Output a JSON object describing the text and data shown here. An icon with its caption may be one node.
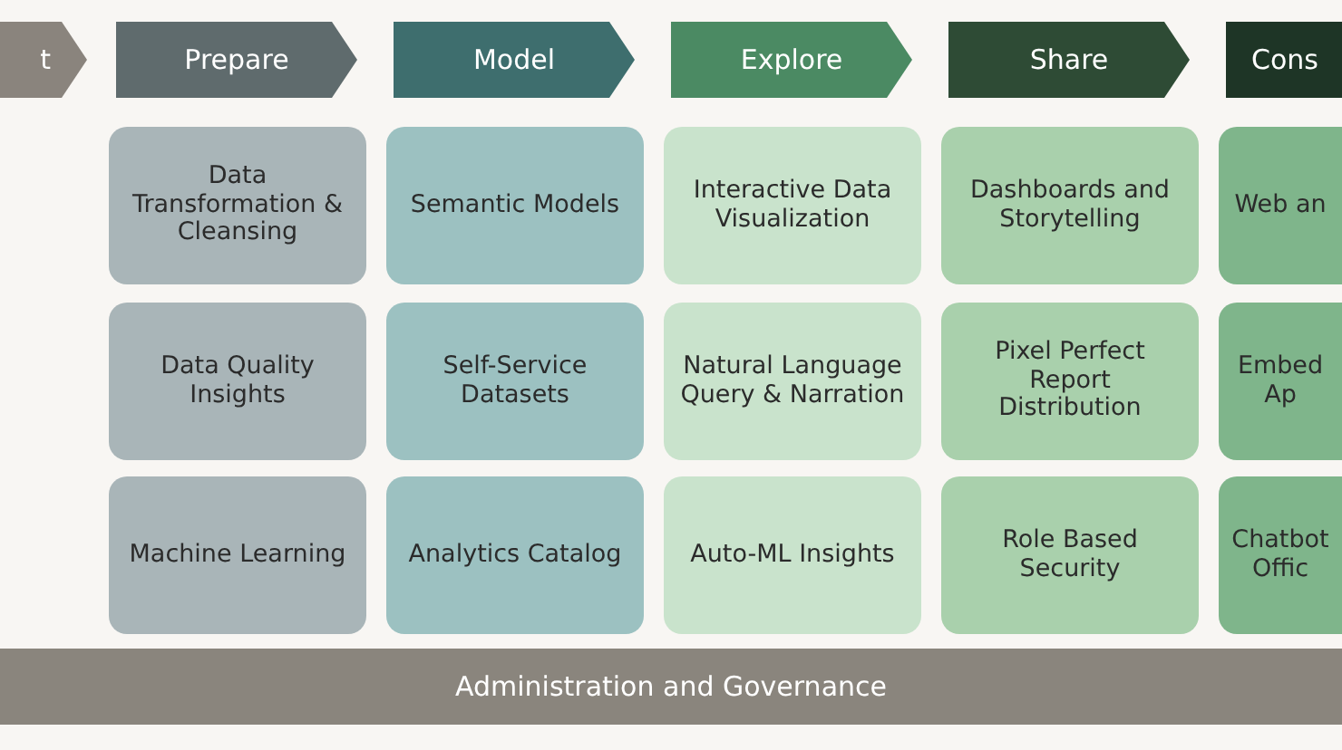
{
  "diagram": {
    "nodes": [
      {
        "text": [
          "t"
        ]
      },
      {
        "text": [
          "Prepare"
        ]
      },
      {
        "text": [
          "Model"
        ]
      },
      {
        "text": [
          "Explore"
        ]
      },
      {
        "text": [
          "Share"
        ]
      },
      {
        "text": [
          "Cons"
        ]
      },
      {
        "text": [
          "Data Transformation & Cleansing"
        ]
      },
      {
        "text": [
          "Semantic Models"
        ]
      },
      {
        "text": [
          "Interactive Data Visualization"
        ]
      },
      {
        "text": [
          "Dashboards and Storytelling"
        ]
      },
      {
        "text": [
          "Web an"
        ]
      },
      {
        "text": [
          "Data Quality Insights"
        ]
      },
      {
        "text": [
          "Self-Service Datasets"
        ]
      },
      {
        "text": [
          "Natural Language Query & Narration"
        ]
      },
      {
        "text": [
          "Pixel Perfect Report Distribution"
        ]
      },
      {
        "text": [
          "Embed Ap"
        ]
      },
      {
        "text": [
          "Machine Learning"
        ]
      },
      {
        "text": [
          "Analytics Catalog"
        ]
      },
      {
        "text": [
          "Auto-ML Insights"
        ]
      },
      {
        "text": [
          "Role Based Security"
        ]
      },
      {
        "text": [
          "Chatbot Offic"
        ]
      },
      {
        "text": [
          "Administration and Governance"
        ]
      }
    ]
  }
}
